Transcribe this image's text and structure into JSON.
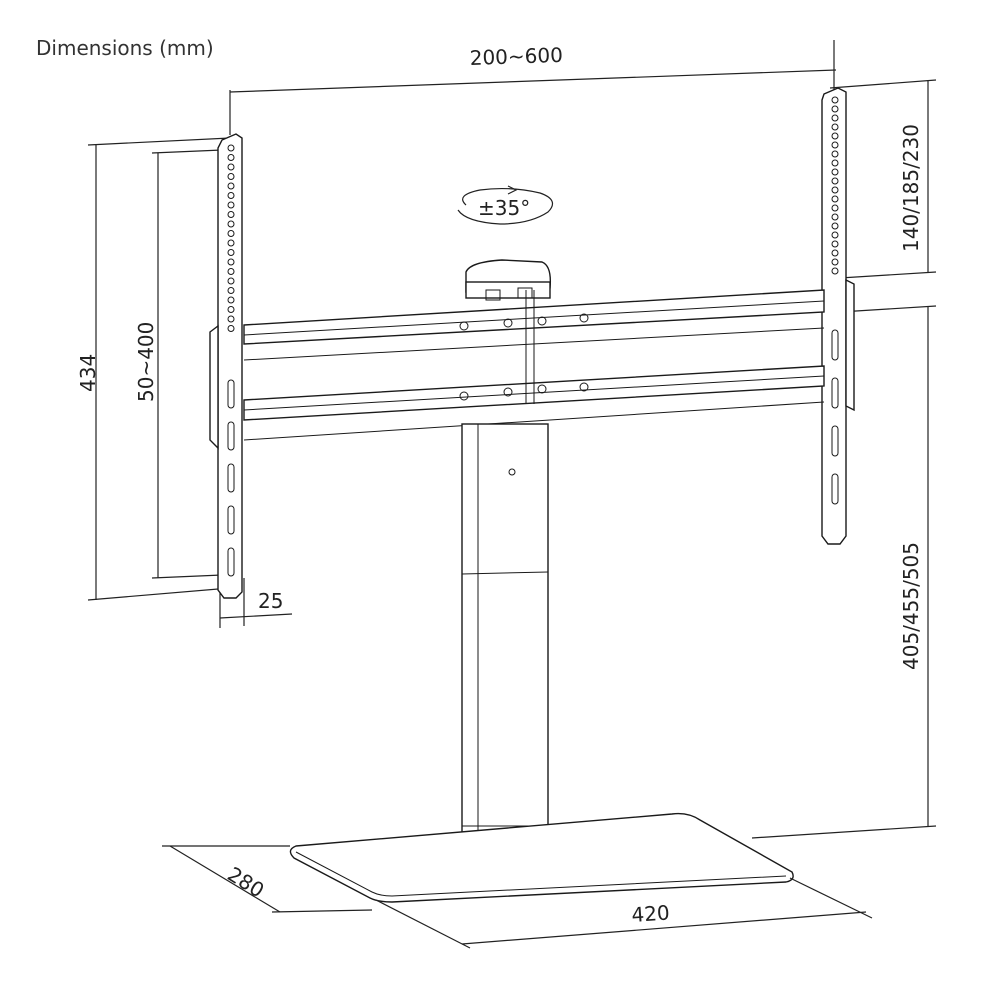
{
  "title": "Dimensions (mm)",
  "dimensions": {
    "top_width": "200~600",
    "rotation": "±35°",
    "bracket_height": "434",
    "vesa_vertical": "50~400",
    "bracket_depth": "25",
    "bracket_top_offset": "140/185/230",
    "height_options": "405/455/505",
    "base_depth": "280",
    "base_width": "420"
  }
}
